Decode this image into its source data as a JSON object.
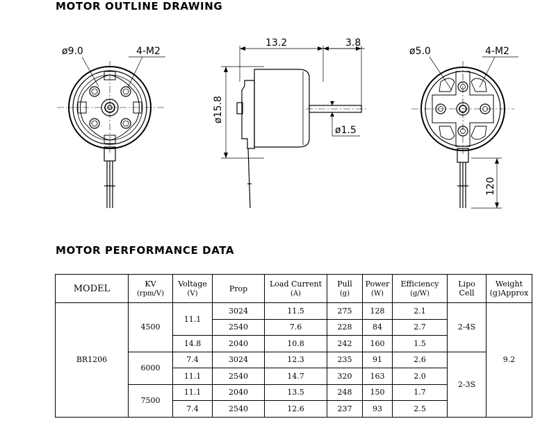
{
  "outline": {
    "heading": "MOTOR OUTLINE DRAWING",
    "front_view": {
      "dia_label": "ø9.0",
      "hole_label": "4-M2"
    },
    "side_view": {
      "body_len_label": "13.2",
      "shaft_len_label": "3.8",
      "dia_label": "ø15.8",
      "shaft_dia_label": "ø1.5"
    },
    "rear_view": {
      "dia_label": "ø5.0",
      "hole_label": "4-M2",
      "lead_len_label": "120"
    }
  },
  "performance": {
    "heading": "MOTOR PERFORMANCE DATA",
    "headers": {
      "model": "MODEL",
      "kv": "KV",
      "kv_unit": "(rpm/V)",
      "voltage": "Voltage",
      "voltage_unit": "(V)",
      "prop": "Prop",
      "load": "Load Current",
      "load_unit": "(A)",
      "pull": "Pull",
      "pull_unit": "(g)",
      "power": "Power",
      "power_unit": "(W)",
      "eff": "Efficiency",
      "eff_unit": "(g/W)",
      "lipo": "Lipo",
      "lipo_unit": "Cell",
      "weight": "Weight",
      "weight_unit": "(g)Approx"
    },
    "model": "BR1206",
    "weight": "9.2",
    "kv_groups": [
      "4500",
      "6000",
      "7500"
    ],
    "voltages": [
      "11.1",
      "14.8",
      "7.4",
      "11.1",
      "11.1",
      "7.4"
    ],
    "lipo": [
      "2-4S",
      "2-3S"
    ],
    "rows": [
      {
        "prop": "3024",
        "load": "11.5",
        "pull": "275",
        "power": "128",
        "eff": "2.1"
      },
      {
        "prop": "2540",
        "load": "7.6",
        "pull": "228",
        "power": "84",
        "eff": "2.7"
      },
      {
        "prop": "2040",
        "load": "10.8",
        "pull": "242",
        "power": "160",
        "eff": "1.5"
      },
      {
        "prop": "3024",
        "load": "12.3",
        "pull": "235",
        "power": "91",
        "eff": "2.6"
      },
      {
        "prop": "2540",
        "load": "14.7",
        "pull": "320",
        "power": "163",
        "eff": "2.0"
      },
      {
        "prop": "2040",
        "load": "13.5",
        "pull": "248",
        "power": "150",
        "eff": "1.7"
      },
      {
        "prop": "2540",
        "load": "12.6",
        "pull": "237",
        "power": "93",
        "eff": "2.5"
      }
    ]
  }
}
